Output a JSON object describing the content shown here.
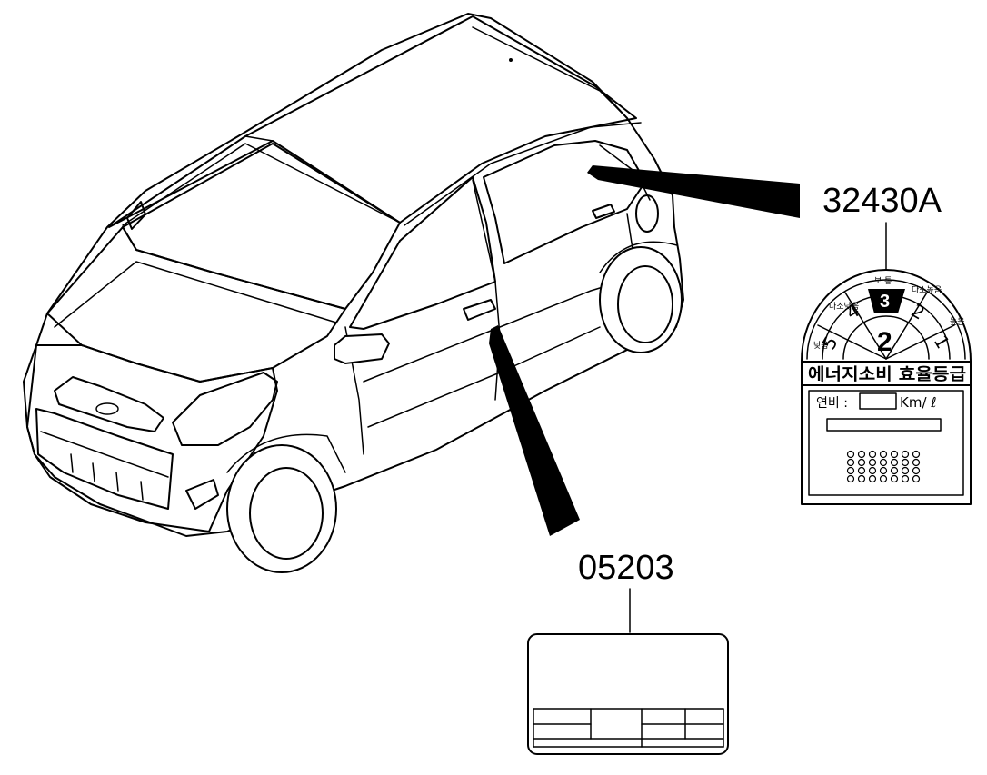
{
  "callouts": {
    "efficiency_label_part": "32430A",
    "tire_label_part": "05203"
  },
  "efficiency_label": {
    "dial_top_texts": [
      "낮",
      "음",
      "다",
      "소",
      "낮",
      "음",
      "보",
      "통",
      "다",
      "소",
      "높",
      "음",
      "높",
      "음"
    ],
    "grades": [
      "5",
      "4",
      "3",
      "2",
      "1"
    ],
    "selected_grade": "2",
    "highlighted_grade": "3",
    "title": "에너지소비 효율등급",
    "fuel_economy_label": "연비 :",
    "fuel_economy_unit": "Km/ ℓ"
  }
}
